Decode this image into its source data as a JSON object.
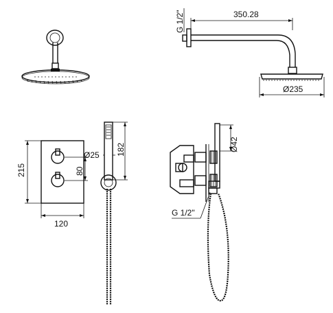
{
  "dimensions": {
    "top_right_thread": "G 1/2\"",
    "arm_length": "350.28",
    "head_diameter": "Ø235",
    "handset_diameter": "Ø25",
    "handset_length": "182",
    "panel_height": "215",
    "control_spacing": "80",
    "panel_width": "120",
    "side_diameter": "Ø42",
    "outlet_thread": "G 1/2\""
  }
}
